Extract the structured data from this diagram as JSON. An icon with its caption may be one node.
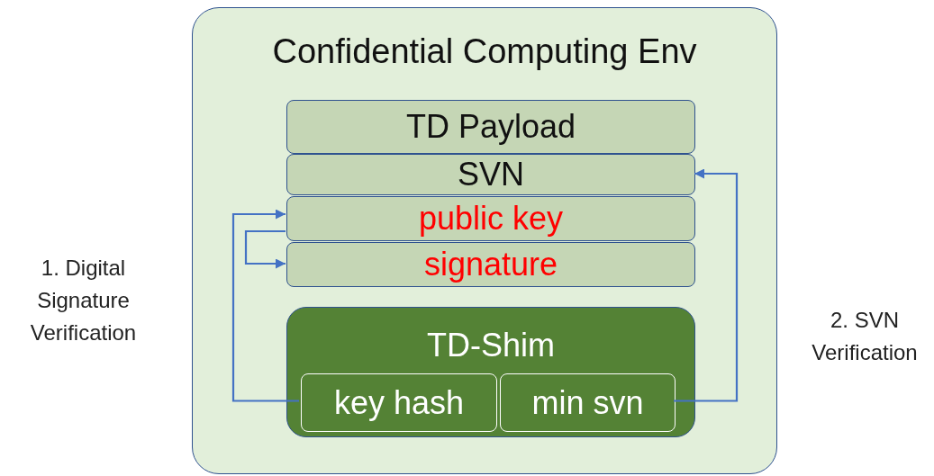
{
  "diagram": {
    "nodes": [
      {
        "text": [
          "Confidential Computing Env"
        ]
      },
      {
        "text": [
          "TD Payload"
        ],
        "in": 0
      },
      {
        "text": [
          "SVN"
        ],
        "in": 0
      },
      {
        "text": [
          "public key"
        ],
        "in": 0
      },
      {
        "text": [
          "signature"
        ],
        "in": 0
      },
      {
        "text": [
          "TD-Shim"
        ],
        "in": 0
      },
      {
        "text": [
          "key hash"
        ],
        "in": 5
      },
      {
        "text": [
          "min svn"
        ],
        "in": 5
      }
    ],
    "edges": [
      {
        "from": 6,
        "to": 3,
        "arrow": "to"
      },
      {
        "from": 3,
        "to": 4,
        "arrow": "to"
      },
      {
        "from": 7,
        "to": 2,
        "arrow": "to"
      }
    ],
    "labels": [
      "1. Digital Signature Verification",
      "2. SVN Verification"
    ]
  }
}
